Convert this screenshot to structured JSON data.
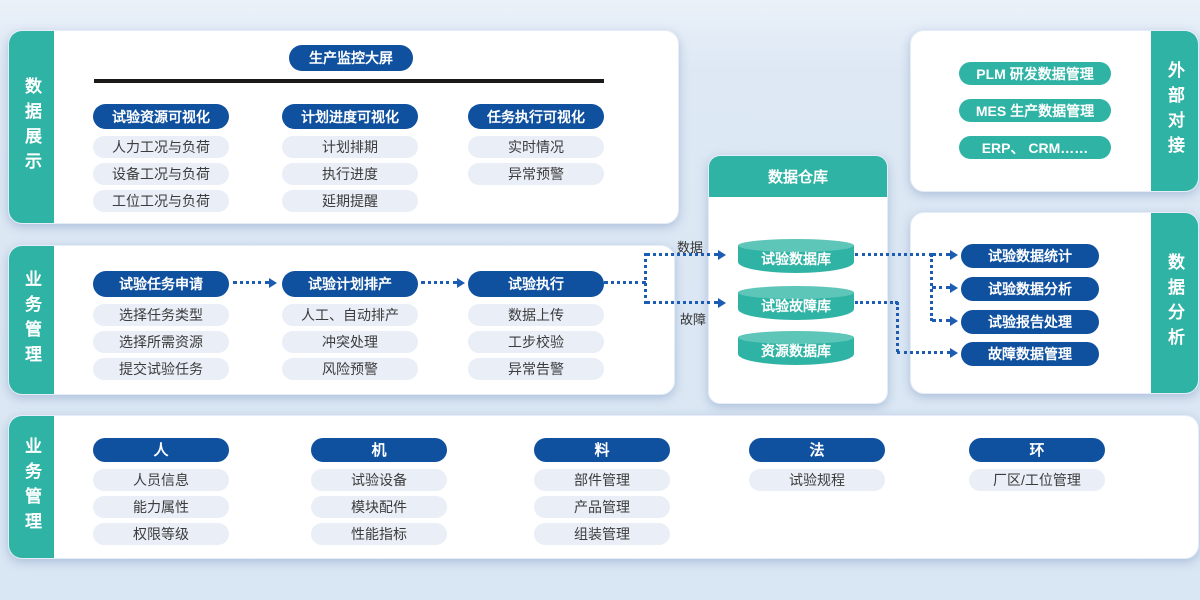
{
  "display": {
    "bar": "数据展示",
    "title": "生产监控大屏",
    "columns": [
      {
        "header": "试验资源可视化",
        "items": [
          "人力工况与负荷",
          "设备工况与负荷",
          "工位工况与负荷"
        ]
      },
      {
        "header": "计划进度可视化",
        "items": [
          "计划排期",
          "执行进度",
          "延期提醒"
        ]
      },
      {
        "header": "任务执行可视化",
        "items": [
          "实时情况",
          "异常预警"
        ]
      }
    ]
  },
  "external": {
    "bar": "外部对接",
    "items": [
      "PLM 研发数据管理",
      "MES 生产数据管理",
      "ERP、 CRM……"
    ]
  },
  "business": {
    "bar": "业务管理",
    "columns": [
      {
        "header": "试验任务申请",
        "items": [
          "选择任务类型",
          "选择所需资源",
          "提交试验任务"
        ]
      },
      {
        "header": "试验计划排产",
        "items": [
          "人工、自动排产",
          "冲突处理",
          "风险预警"
        ]
      },
      {
        "header": "试验执行",
        "items": [
          "数据上传",
          "工步校验",
          "异常告警"
        ]
      }
    ]
  },
  "warehouse": {
    "title": "数据仓库",
    "databases": [
      "试验数据库",
      "试验故障库",
      "资源数据库"
    ]
  },
  "analysis": {
    "bar": "数据分析",
    "items": [
      "试验数据统计",
      "试验数据分析",
      "试验报告处理",
      "故障数据管理"
    ]
  },
  "resources": {
    "bar": "业务管理",
    "columns": [
      {
        "header": "人",
        "items": [
          "人员信息",
          "能力属性",
          "权限等级"
        ]
      },
      {
        "header": "机",
        "items": [
          "试验设备",
          "模块配件",
          "性能指标"
        ]
      },
      {
        "header": "料",
        "items": [
          "部件管理",
          "产品管理",
          "组装管理"
        ]
      },
      {
        "header": "法",
        "items": [
          "试验规程"
        ]
      },
      {
        "header": "环",
        "items": [
          "厂区/工位管理"
        ]
      }
    ]
  },
  "connectors": {
    "data_label": "数据",
    "fault_label": "故障"
  },
  "colors": {
    "teal": "#2FB3A4",
    "blue": "#0F509F",
    "item_bg": "#E9EEF7",
    "arrow": "#1D5CB3",
    "bg": "#DDE8F4"
  }
}
